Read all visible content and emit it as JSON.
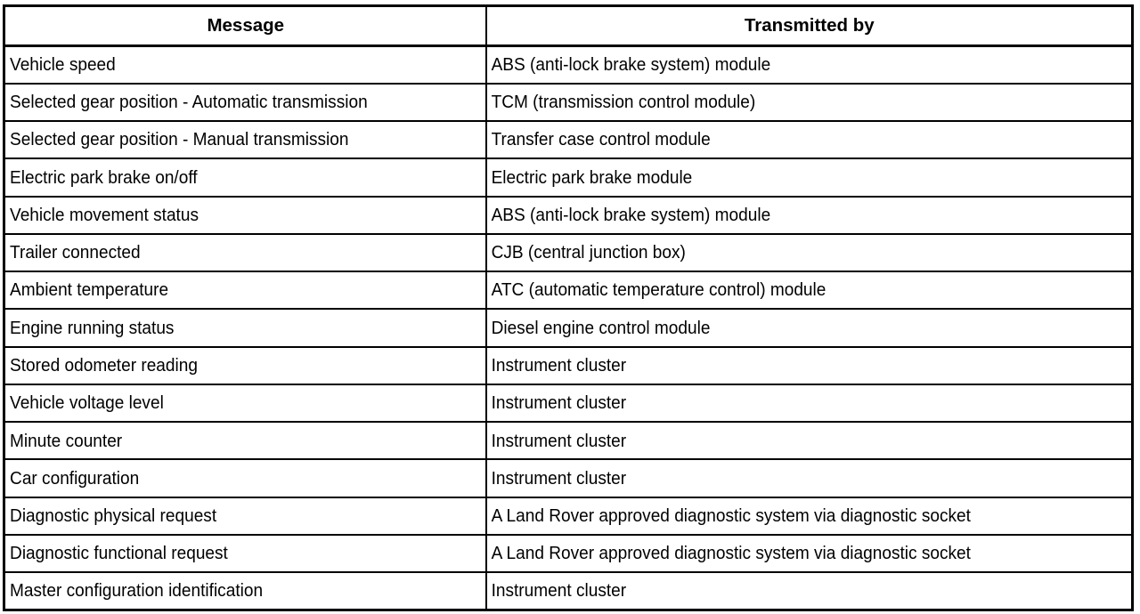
{
  "table": {
    "columns": [
      {
        "key": "message",
        "header": "Message"
      },
      {
        "key": "transmitter",
        "header": "Transmitted by"
      }
    ],
    "rows": [
      {
        "message": "Vehicle speed",
        "transmitter": "ABS (anti-lock brake system) module"
      },
      {
        "message": "Selected gear position - Automatic transmission",
        "transmitter": "TCM (transmission control module)"
      },
      {
        "message": "Selected gear position - Manual transmission",
        "transmitter": "Transfer case control module"
      },
      {
        "message": "Electric park brake on/off",
        "transmitter": "Electric park brake module"
      },
      {
        "message": "Vehicle movement status",
        "transmitter": "ABS (anti-lock brake system) module"
      },
      {
        "message": "Trailer connected",
        "transmitter": "CJB (central junction box)"
      },
      {
        "message": "Ambient temperature",
        "transmitter": "ATC (automatic temperature control) module"
      },
      {
        "message": "Engine running status",
        "transmitter": "Diesel engine control module"
      },
      {
        "message": "Stored odometer reading",
        "transmitter": "Instrument cluster"
      },
      {
        "message": "Vehicle voltage level",
        "transmitter": "Instrument cluster"
      },
      {
        "message": "Minute counter",
        "transmitter": "Instrument cluster"
      },
      {
        "message": "Car configuration",
        "transmitter": "Instrument cluster"
      },
      {
        "message": "Diagnostic physical request",
        "transmitter": "A Land Rover approved diagnostic system via diagnostic socket"
      },
      {
        "message": "Diagnostic functional request",
        "transmitter": "A Land Rover approved diagnostic system via diagnostic socket"
      },
      {
        "message": "Master configuration identification",
        "transmitter": "Instrument cluster"
      }
    ]
  },
  "style": {
    "border_color": "#000000",
    "text_color": "#000000",
    "background_color": "#ffffff"
  }
}
